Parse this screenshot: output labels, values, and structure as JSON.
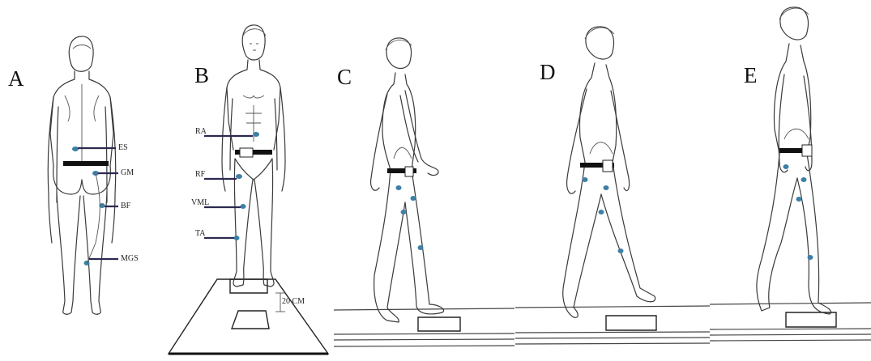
{
  "panels": [
    {
      "letter": "A",
      "view": "posterior standing"
    },
    {
      "letter": "B",
      "view": "anterior standing on platform"
    },
    {
      "letter": "C",
      "view": "lateral walking"
    },
    {
      "letter": "D",
      "view": "lateral walking"
    },
    {
      "letter": "E",
      "view": "lateral walking"
    }
  ],
  "muscle_labels_a": [
    "ES",
    "GM",
    "BF",
    "MGS"
  ],
  "muscle_labels_b": [
    "RA",
    "RF",
    "VML",
    "TA"
  ],
  "platform_height_label": "20 CM",
  "colors": {
    "line": "#3a3a3a",
    "leads": "#2b2950",
    "electrode": "#3d7fa6",
    "belt": "#111111"
  }
}
